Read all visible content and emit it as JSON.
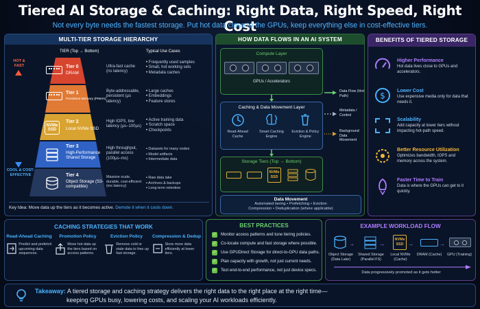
{
  "header": {
    "title": "Tiered AI Storage & Caching: Right Data, Right Speed, Right Cost",
    "subtitle": "Not every byte needs the fastest storage. Put hot data close to the GPUs, keep everything else in cost-effective tiers."
  },
  "hierarchy": {
    "heading": "MULTI-TIER STORAGE HIERARCHY",
    "col_tier": "TIER (Top → Bottom)",
    "col_uses": "Typical Use Cases",
    "hot_label": "HOT & FAST",
    "cool_label": "COOL & COST-EFFECTIVE",
    "tiers": [
      {
        "name": "Tier 0",
        "sub": "DRAM",
        "icon": "dram-icon",
        "desc": "Ultra-fast cache (ns latency)",
        "uses": [
          "Frequently used samples",
          "Small, hot working sets",
          "Metadata caches"
        ]
      },
      {
        "name": "Tier 1",
        "sub": "Persistent Memory (PMem)",
        "icon": "pmem-icon",
        "desc": "Byte-addressable, persistent (µs latency)",
        "uses": [
          "Large caches",
          "Embeddings",
          "Feature stores"
        ]
      },
      {
        "name": "Tier 2",
        "sub": "Local NVMe SSD",
        "icon_text": "NVMe SSD",
        "desc": "High IOPS, low latency (µs–100µs)",
        "uses": [
          "Active training data",
          "Scratch space",
          "Checkpoints"
        ]
      },
      {
        "name": "Tier 3",
        "sub": "High-Performance Shared Storage",
        "icon": "shared-storage-icon",
        "desc": "High throughput, parallel access (100µs–ms)",
        "uses": [
          "Datasets for many nodes",
          "Model artifacts",
          "Intermediate data"
        ]
      },
      {
        "name": "Tier 4",
        "sub": "Object Storage (S3-compatible)",
        "icon": "object-storage-icon",
        "desc": "Massive scale, durable, cost-efficient (ms latency)",
        "uses": [
          "Raw data lake",
          "Archives & backups",
          "Long-term retention"
        ]
      }
    ],
    "key_idea_a": "Key Idea: Move data up the tiers as it becomes active. ",
    "key_idea_b": "Demote it when it cools down."
  },
  "flow": {
    "heading": "HOW DATA FLOWS IN AN AI SYSTEM",
    "compute_layer": "Compute Layer",
    "gpus_label": "GPUs / Accelerators",
    "caching_layer": "Caching & Data Movement Layer",
    "caching_items": [
      "Read-Ahead Cache",
      "Smart Caching Engine",
      "Eviction & Policy Engine"
    ],
    "storage_tiers": "Storage Tiers (Top → Bottom)",
    "nvme_text": "NVMe SSD",
    "legend": [
      "Data Flow (Hot Path)",
      "Metadata / Control",
      "Background Data Movement"
    ],
    "movement_title": "Data Movement",
    "movement_line1": "Automated tiering  •  Prefetching  •  Eviction",
    "movement_line2": "Compression  •  Deduplication (where applicable)"
  },
  "benefits": {
    "heading": "BENEFITS OF TIERED STORAGE",
    "items": [
      {
        "title": "Higher Performance",
        "text": "Hot data lives close to GPUs and accelerators.",
        "color": "#b07cff",
        "icon": "speedometer-icon"
      },
      {
        "title": "Lower Cost",
        "text": "Use expensive media only for data that needs it.",
        "color": "#4db3ff",
        "icon": "money-icon"
      },
      {
        "title": "Scalability",
        "text": "Add capacity at lower tiers without impacting hot-path speed.",
        "color": "#4db3ff",
        "icon": "expand-icon"
      },
      {
        "title": "Better Resource Utilization",
        "text": "Optimizes bandwidth, IOPS and memory across the system.",
        "color": "#f5b73a",
        "icon": "gauge-icon"
      },
      {
        "title": "Faster Time to Train",
        "text": "Data is where the GPUs can get to it quickly.",
        "color": "#b07cff",
        "icon": "rocket-icon"
      }
    ]
  },
  "caching": {
    "heading": "CACHING STRATEGIES THAT WORK",
    "items": [
      {
        "title": "Read-Ahead Caching",
        "text": "Predict and prefetch upcoming data sequences.",
        "icon": "prefetch-icon"
      },
      {
        "title": "Promotion Policy",
        "text": "Move hot data up the tiers based on access patterns.",
        "icon": "promotion-icon"
      },
      {
        "title": "Eviction Policy",
        "text": "Remove cold or stale data to free up fast storage.",
        "icon": "trash-icon"
      },
      {
        "title": "Compression & Dedup",
        "text": "Store more data efficiently at lower tiers.",
        "icon": "compress-icon"
      }
    ]
  },
  "practices": {
    "heading": "BEST PRACTICES",
    "items": [
      "Monitor access patterns and tune tiering policies.",
      "Co-locate compute and fast storage where possible.",
      "Use GPUDirect Storage for direct-to-GPU data paths.",
      "Plan capacity with growth, not just current needs.",
      "Test end-to-end performance, not just device specs."
    ]
  },
  "workflow": {
    "heading": "EXAMPLE WORKLOAD FLOW",
    "steps": [
      {
        "label": "Object Storage (Data Lake)",
        "icon": "object-storage-icon"
      },
      {
        "label": "Shared Storage (Parallel FS)",
        "icon": "shared-storage-icon"
      },
      {
        "label": "Local NVMe (Cache)",
        "icon_text": "NVMe SSD"
      },
      {
        "label": "DRAM (Cache)",
        "icon": "dram-icon"
      },
      {
        "label": "GPU (Training)",
        "icon": "gpu-icon"
      }
    ],
    "caption": "Data progressively promoted as it gets hotter"
  },
  "takeaway": {
    "label": "Takeaway:",
    "text": "A tiered storage and caching strategy delivers the right data to the right place at the right time—",
    "text2": "keeping GPUs busy, lowering costs, and scaling your AI workloads efficiently."
  },
  "colors": {
    "accent_blue": "#4db3ff",
    "accent_green": "#6cc04a",
    "accent_purple": "#b07cff",
    "tier0": "#e0533a",
    "tier1": "#e68a3a",
    "tier2": "#e6b23a",
    "tier3": "#3a6fd1",
    "tier4": "#2c3f66"
  }
}
